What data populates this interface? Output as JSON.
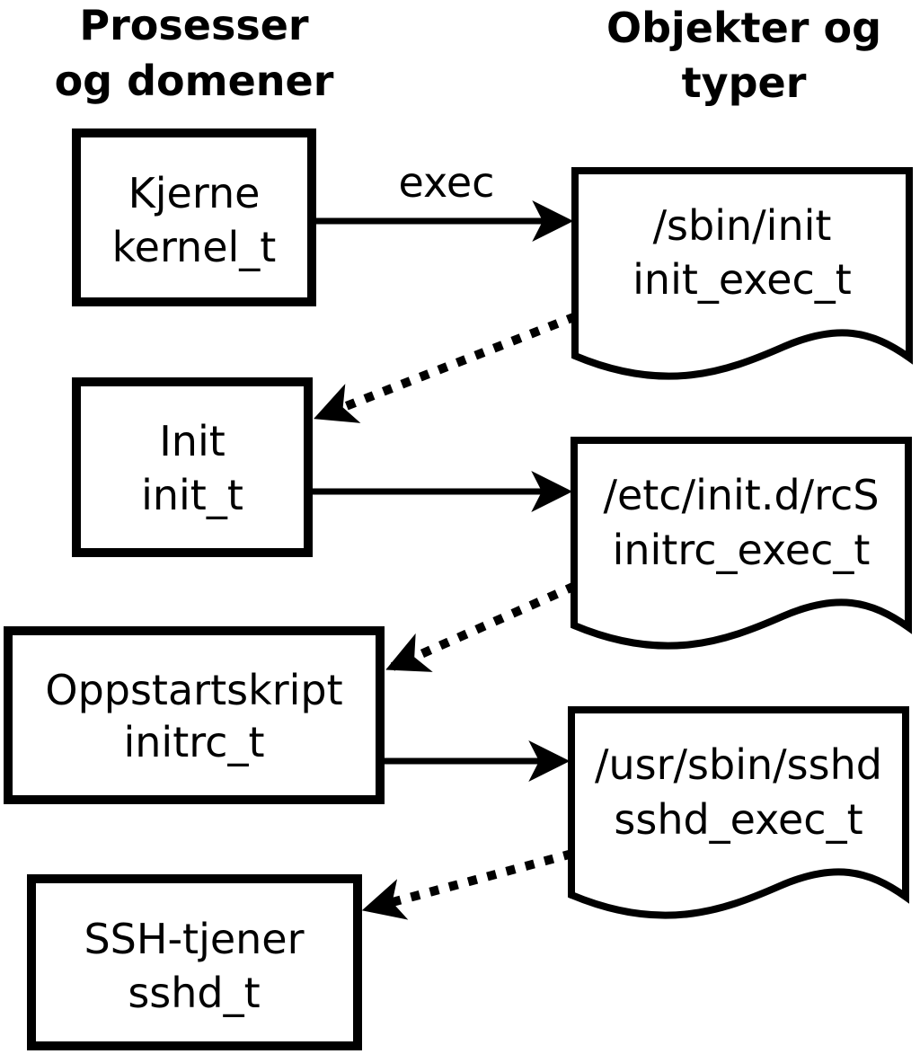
{
  "diagram": {
    "title_left": {
      "line1": "Prosesser",
      "line2": "og domener"
    },
    "title_right": {
      "line1": "Objekter og",
      "line2": "typer"
    },
    "processes": [
      {
        "label": "Kjerne",
        "type": "kernel_t"
      },
      {
        "label": "Init",
        "type": "init_t"
      },
      {
        "label": "Oppstartskript",
        "type": "initrc_t"
      },
      {
        "label": "SSH-tjener",
        "type": "sshd_t"
      }
    ],
    "objects": [
      {
        "label": "/sbin/init",
        "type": "init_exec_t"
      },
      {
        "label": "/etc/init.d/rcS",
        "type": "initrc_exec_t"
      },
      {
        "label": "/usr/sbin/sshd",
        "type": "sshd_exec_t"
      }
    ],
    "edges": {
      "exec_label": "exec"
    },
    "colors": {
      "ink": "#000000",
      "background": "#ffffff"
    }
  }
}
